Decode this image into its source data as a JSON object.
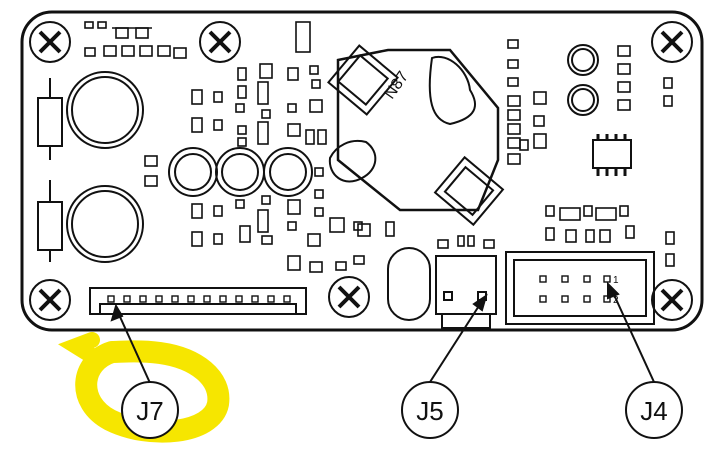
{
  "board": {
    "inductor_marking": "N87",
    "j4_pin1_mark": "1",
    "j4_pin2_mark": "2"
  },
  "callouts": {
    "j7": "J7",
    "j5": "J5",
    "j4": "J4"
  },
  "colors": {
    "outline": "#111111",
    "highlight": "#f6e600",
    "background": "#ffffff"
  }
}
